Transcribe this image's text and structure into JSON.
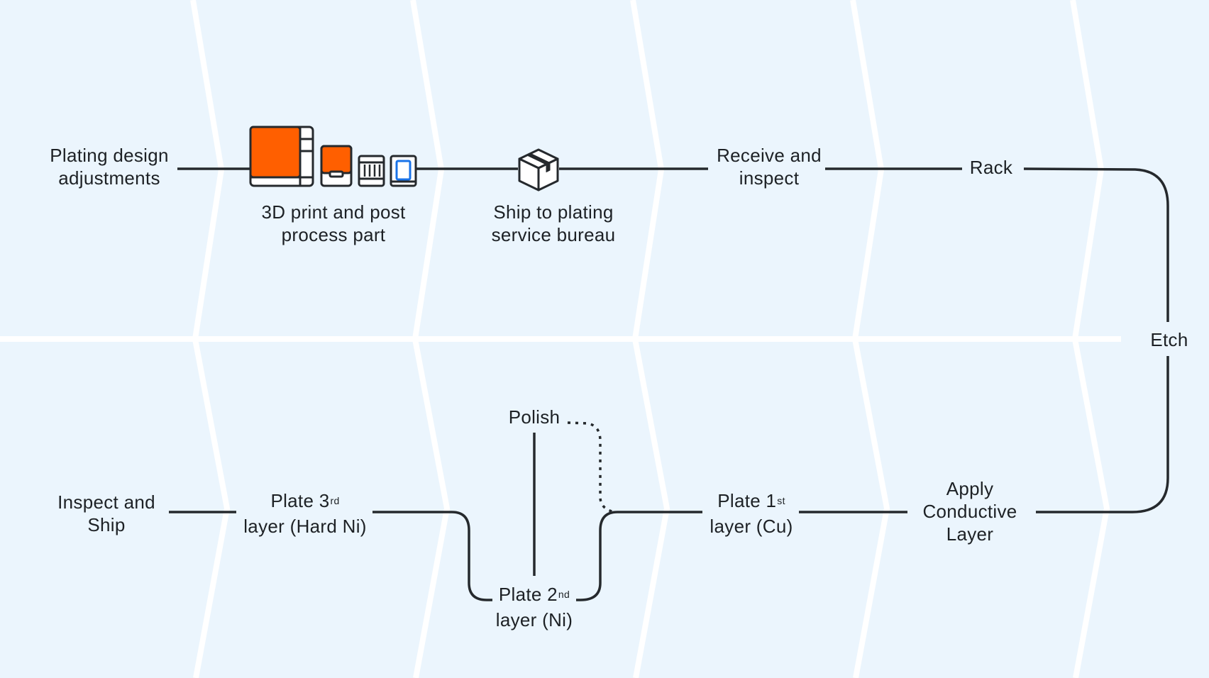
{
  "diagram": {
    "colors": {
      "background": "#ebf5fd",
      "divider": "#ffffff",
      "line": "#25292d",
      "accent": "#ff5f00",
      "accent_blue": "#1a73e8"
    },
    "steps": {
      "plating_design": {
        "line1": "Plating design",
        "line2": "adjustments"
      },
      "print_part": {
        "line1": "3D print and post",
        "line2": "process part",
        "icons": [
          "3d-printer-icon",
          "wash-station-icon",
          "cure-station-icon",
          "resin-tank-icon"
        ]
      },
      "ship_bureau": {
        "line1": "Ship to plating",
        "line2": "service bureau",
        "icons": [
          "package-box-icon"
        ]
      },
      "receive_inspect": {
        "line1": "Receive and",
        "line2": "inspect"
      },
      "rack": {
        "line1": "Rack"
      },
      "etch": {
        "line1": "Etch"
      },
      "apply_conductive": {
        "line1": "Apply",
        "line2": "Conductive",
        "line3": "Layer"
      },
      "plate_1st": {
        "line1_pre": "Plate 1",
        "line1_sup": "st",
        "line2": "layer (Cu)"
      },
      "polish": {
        "line1": "Polish"
      },
      "plate_2nd": {
        "line1_pre": "Plate 2",
        "line1_sup": "nd",
        "line2": "layer (Ni)"
      },
      "plate_3rd": {
        "line1_pre": "Plate 3",
        "line1_sup": "rd",
        "line2": "layer (Hard Ni)"
      },
      "inspect_ship": {
        "line1": "Inspect and",
        "line2": "Ship"
      }
    }
  }
}
